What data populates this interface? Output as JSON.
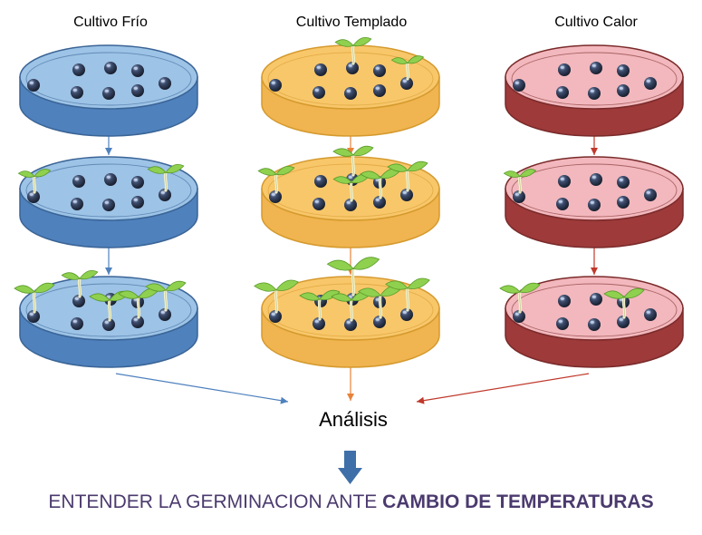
{
  "columns": [
    {
      "id": "frio",
      "title": "Cultivo Frío",
      "rim": "#9dc3e6",
      "side": "#4f81bd",
      "edge": "#3a6496",
      "arrow": "#4f81bd"
    },
    {
      "id": "templado",
      "title": "Cultivo Templado",
      "rim": "#f8c76a",
      "side": "#f0b450",
      "edge": "#d59a2e",
      "arrow": "#e8823a"
    },
    {
      "id": "calor",
      "title": "Cultivo Calor",
      "rim": "#f2b8bd",
      "side": "#9e3a3a",
      "edge": "#7a2a2a",
      "arrow": "#c0392b"
    }
  ],
  "analysis": {
    "label": "Análisis"
  },
  "conclusion": {
    "prefix": "ENTENDER LA GERMINACION ANTE ",
    "emphasis": "CAMBIO DE TEMPERATURAS"
  },
  "colors": {
    "seed": "#2f3a52",
    "seed_highlight": "#9fb3d6",
    "leaf": "#8fd14f",
    "leaf_edge": "#5a9a2a",
    "stem": "#f2f2c8",
    "down_arrow": "#3e6fa8",
    "conclusion_text": "#4b3a6e"
  }
}
